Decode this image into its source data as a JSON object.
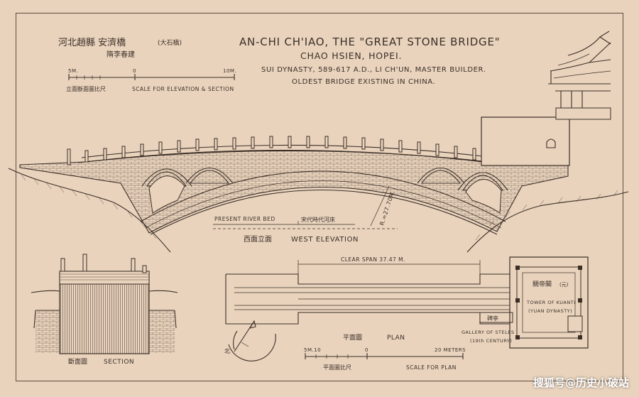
{
  "header": {
    "chinese_title": "河北趙縣 安濟橋",
    "chinese_title_note": "(大石橋)",
    "chinese_subtitle": "隋李春建",
    "title_line1": "AN-CHI CH'IAO, THE \"GREAT STONE BRIDGE\"",
    "title_line2": "CHAO HSIEN, HOPEI.",
    "title_line3": "SUI DYNASTY, 589-617 A.D., LI CH'UN, MASTER BUILDER.",
    "title_line4": "OLDEST BRIDGE EXISTING IN CHINA."
  },
  "elevation_scale": {
    "left_label": "5M.",
    "mid_label": "0",
    "right_label": "10M.",
    "chinese_caption": "立面斷面圖比尺",
    "caption": "SCALE FOR ELEVATION & SECTION"
  },
  "elevation": {
    "radius_label": "R.=27.70M.",
    "present_river_bed": "PRESENT RIVER BED",
    "chinese_river_bed": "宋代時代河床",
    "chinese_caption": "西面立面",
    "caption": "WEST ELEVATION"
  },
  "section": {
    "chinese_caption": "斷面圖",
    "caption": "SECTION"
  },
  "plan": {
    "clear_span": "CLEAR SPAN 37.47 M.",
    "chinese_caption": "平面圖",
    "caption": "PLAN",
    "north_label": "北",
    "pavilion_chinese": "碑亭",
    "gallery_line1": "GALLERY OF STELES",
    "gallery_line2": "(19th CENTURY)",
    "tower_chinese": "關帝閣",
    "tower_chinese_note": "(元)",
    "tower_line1": "TOWER OF KUANTI",
    "tower_line2": "(YUAN DYNASTY)"
  },
  "plan_scale": {
    "left_label": "5M.10",
    "mid_label": "0",
    "right_label": "20 METERS",
    "chinese_caption": "平面圖比尺",
    "caption": "SCALE FOR PLAN"
  },
  "watermark": "搜狐号@历史小破站",
  "colors": {
    "paper": "#e9d3bd",
    "ink": "#3b2f27",
    "border": "#d9bfa6"
  }
}
